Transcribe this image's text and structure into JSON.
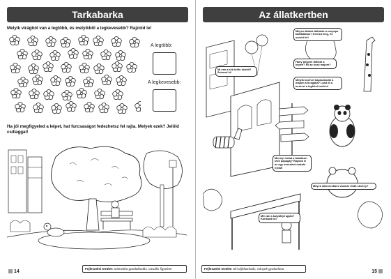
{
  "left": {
    "title": "Tarkabarka",
    "task1": "Melyik virágból van a legtöbb, és melyikből a legkevesebb? Rajzold le!",
    "label_most": "A legtöbb:",
    "label_least": "A legkevesebb:",
    "task2": "Ha jól megfigyeled a képet, hat furcsaságot fedezhetsz fel rajta. Melyek ezek? Jelöld csillaggal!",
    "footer_label": "Fejlesztési terület:",
    "footer_text": "aritmetika gondolkodás, vizuális figyelem",
    "page_number": "14"
  },
  "right": {
    "title": "Az állatkertben",
    "bubbles": [
      "Milyen állatok láthatók a csepeps kalitkákban? Keresd meg, és sorold fel!",
      "Mi van a két delfin között? Színezd ki!",
      "Hány pingvin látható a képen? És az úszó majom?",
      "Melyik kezével kapaszkodik a majom a fa ágába? Lásd őt a kezével a legfelső szélén!",
      "Mennyi mutat a labdákon lévő papagáj? Rajzold le az egy oroszlánt mutató nyilat!",
      "Milyen állat ócskál a vasmár előtti sövény?",
      "Mit van a kutyafejű apján? Karikázd be!"
    ],
    "footer_label": "Fejlesztési terület:",
    "footer_text": "téri tájékozódás, irányok gyakorlása",
    "page_number": "15"
  }
}
